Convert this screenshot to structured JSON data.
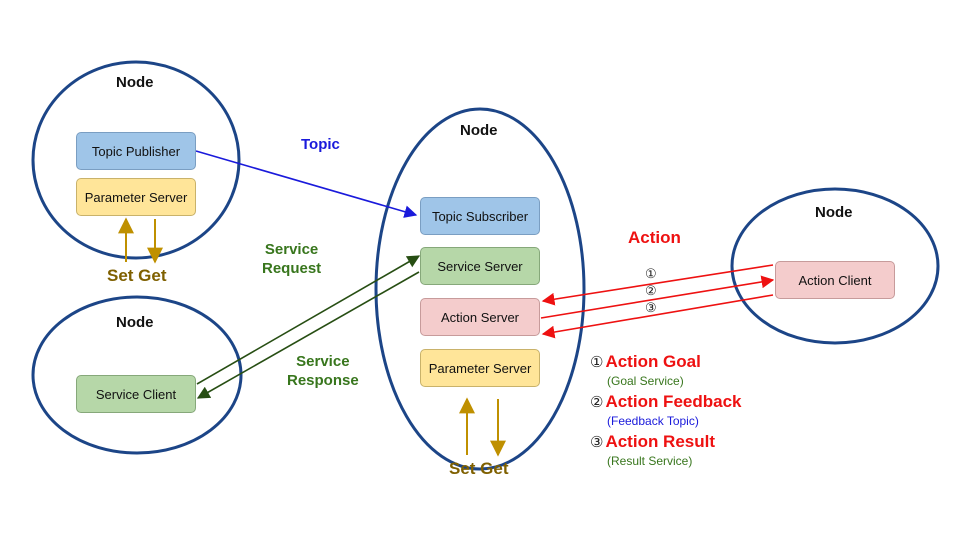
{
  "colors": {
    "ellipse_stroke": "#1c4587",
    "topic_arrow": "#1a1adb",
    "service_arrow": "#274e13",
    "action_arrow": "#ee1111",
    "setget_arrow": "#bf9000"
  },
  "nodes": {
    "top_left": {
      "title": "Node",
      "topic_publisher": "Topic Publisher",
      "parameter_server": "Parameter Server"
    },
    "bottom_left": {
      "title": "Node",
      "service_client": "Service Client"
    },
    "center": {
      "title": "Node",
      "topic_subscriber": "Topic Subscriber",
      "service_server": "Service Server",
      "action_server": "Action Server",
      "parameter_server": "Parameter Server"
    },
    "right": {
      "title": "Node",
      "action_client": "Action Client"
    }
  },
  "labels": {
    "topic": "Topic",
    "service_request_1": "Service",
    "service_request_2": "Request",
    "service_response_1": "Service",
    "service_response_2": "Response",
    "action": "Action",
    "set_get_left": "Set Get",
    "set_get_center": "Set Get",
    "circled_1": "①",
    "circled_2": "②",
    "circled_3": "③"
  },
  "legend": [
    {
      "num": "①",
      "title": "Action Goal",
      "sub": "(Goal Service)",
      "sub_color": "#38761d"
    },
    {
      "num": "②",
      "title": "Action Feedback",
      "sub": "(Feedback Topic)",
      "sub_color": "#1a1adb"
    },
    {
      "num": "③",
      "title": "Action Result",
      "sub": "(Result Service)",
      "sub_color": "#38761d"
    }
  ]
}
